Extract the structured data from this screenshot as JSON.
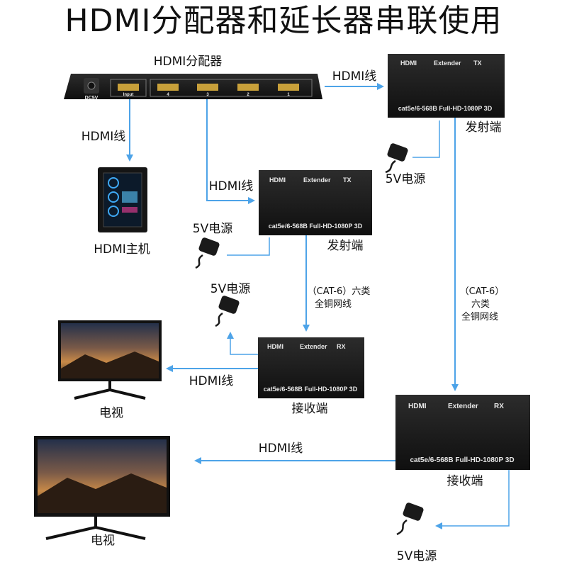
{
  "title": "HDMI分配器和延长器串联使用",
  "splitter": {
    "label": "HDMI分配器",
    "dc_label": "DC5V",
    "input_label": "Input",
    "port_numbers": [
      "4",
      "3",
      "2",
      "1"
    ]
  },
  "cables": {
    "hdmi": "HDMI线",
    "cat6_line1": "（CAT-6）六类",
    "cat6_line2": "全铜网线",
    "cat6_b_line1": "（CAT-6）",
    "cat6_b_line2": "六类",
    "cat6_b_line3": "全铜网线"
  },
  "extender": {
    "brand": "HDMI",
    "name": "Extender",
    "tx": "TX",
    "rx": "RX",
    "spec": "cat5e/6-568B Full-HD-1080P  3D"
  },
  "labels": {
    "transmitter": "发射端",
    "receiver": "接收端",
    "power": "5V电源",
    "host": "HDMI主机",
    "tv": "电视"
  },
  "colors": {
    "arrow": "#4da3e8",
    "device": "#1a1a1a",
    "screen": "#1d2230"
  }
}
